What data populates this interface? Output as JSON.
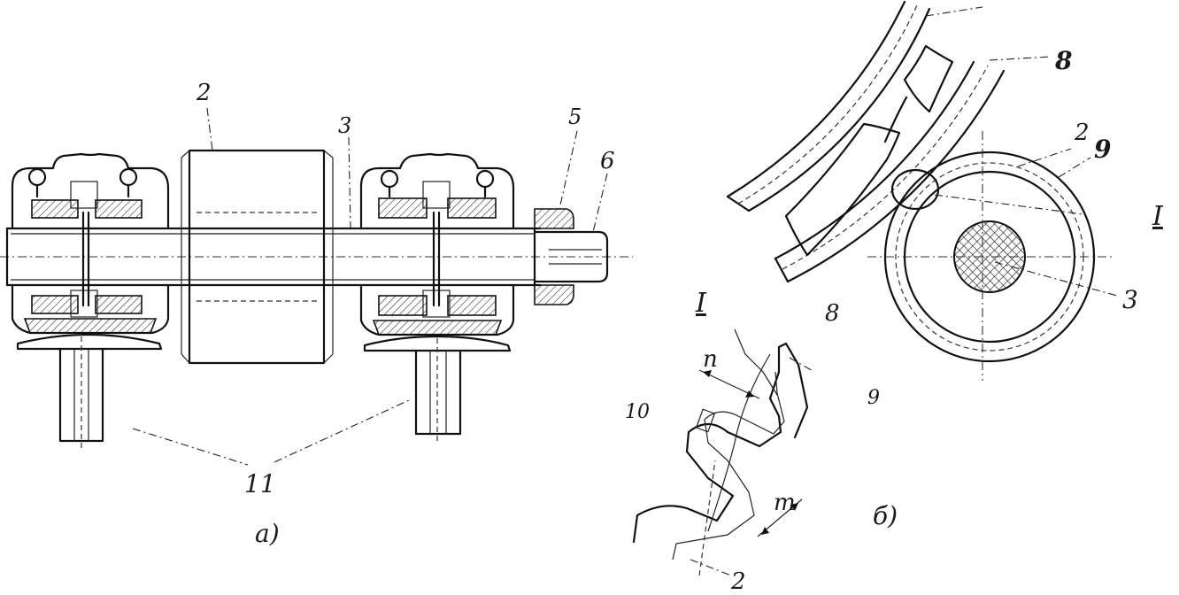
{
  "figure_a": {
    "labels": {
      "part_2": "2",
      "part_3": "3",
      "part_5": "5",
      "part_6": "6",
      "part_11": "11",
      "caption": "a)"
    }
  },
  "figure_b": {
    "labels": {
      "part_8_top": "8",
      "part_2": "2",
      "part_9": "9",
      "section_I_right": "I",
      "section_I_left": "I",
      "part_8_bottom": "8",
      "part_3": "3",
      "part_10": "10",
      "part_9_detail": "9",
      "part_2_detail": "2",
      "dim_n": "n",
      "dim_m": "m",
      "caption": "б)"
    }
  }
}
